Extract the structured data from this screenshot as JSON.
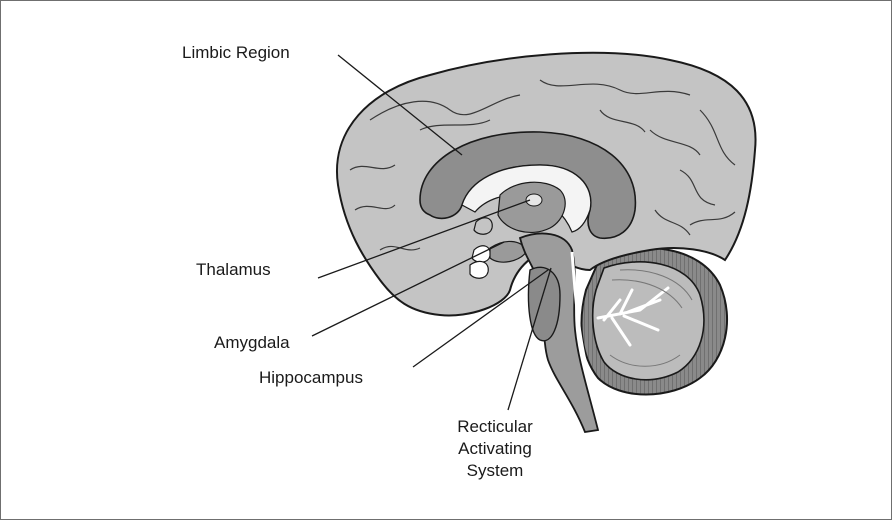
{
  "diagram": {
    "labels": {
      "limbic_region": "Limbic Region",
      "thalamus": "Thalamus",
      "amygdala": "Amygdala",
      "hippocampus": "Hippocampus",
      "ras_line1": "Recticular",
      "ras_line2": "Activating",
      "ras_line3": "System"
    },
    "colors": {
      "cortex": "#c4c4c4",
      "limbic": "#8e8e8e",
      "outline": "#1a1a1a",
      "white_matter": "#f4f4f4",
      "cerebellum_band": "#7d7d7d",
      "stem": "#9c9c9c"
    }
  }
}
